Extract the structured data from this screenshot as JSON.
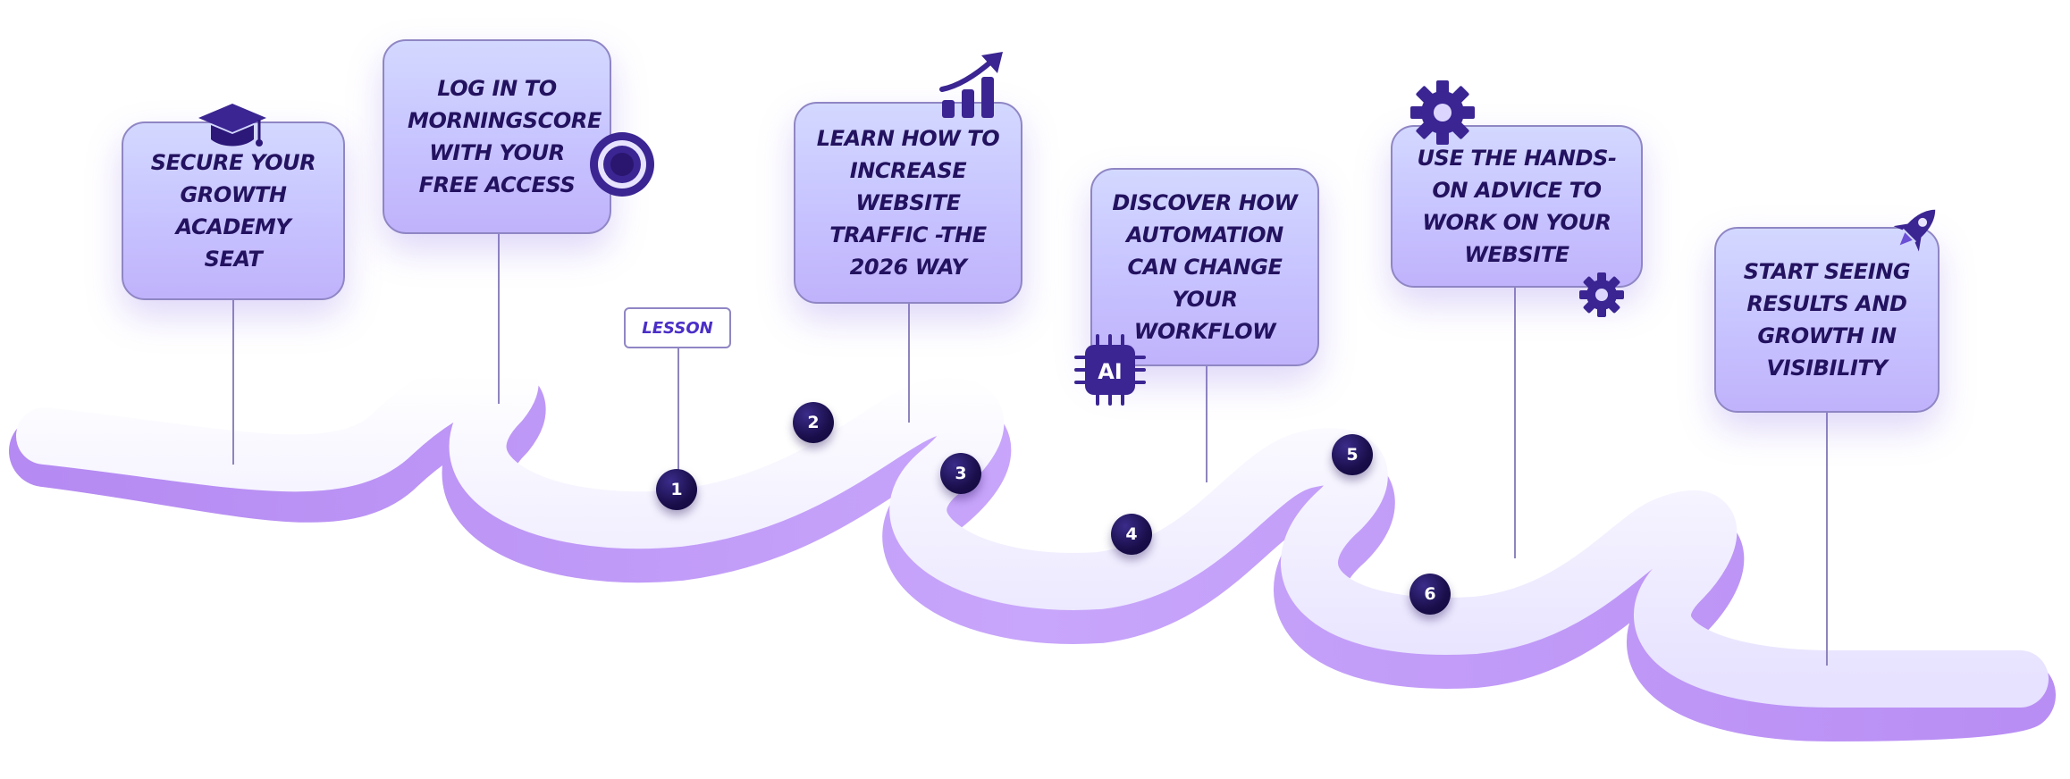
{
  "colors": {
    "card_text": "#23125f",
    "accent_dark": "#3b2592",
    "step_dot": "#1a0e4a",
    "lesson_text": "#4b2fc7",
    "road_top": "#f1efff",
    "road_side": "#c29af7"
  },
  "lesson": {
    "label": "LESSON"
  },
  "steps": [
    {
      "label": "1"
    },
    {
      "label": "2"
    },
    {
      "label": "3"
    },
    {
      "label": "4"
    },
    {
      "label": "5"
    },
    {
      "label": "6"
    }
  ],
  "cards": [
    {
      "text": "SECURE YOUR GROWTH ACADEMY SEAT",
      "icon": "graduation-cap-icon"
    },
    {
      "text": "LOG IN TO MORNINGSCORE WITH YOUR FREE ACCESS",
      "icon": "target-ring-icon"
    },
    {
      "text": "LEARN HOW TO INCREASE WEBSITE TRAFFIC -THE 2026 WAY",
      "icon": "growth-chart-icon"
    },
    {
      "text": "DISCOVER HOW AUTOMATION CAN CHANGE YOUR WORKFLOW",
      "icon": "ai-chip-icon",
      "icon_label": "AI"
    },
    {
      "text": "USE THE HANDS-ON ADVICE TO WORK ON YOUR WEBSITE",
      "icon": "gear-icon"
    },
    {
      "text": "START SEEING RESULTS AND GROWTH IN VISIBILITY",
      "icon": "rocket-icon"
    }
  ]
}
